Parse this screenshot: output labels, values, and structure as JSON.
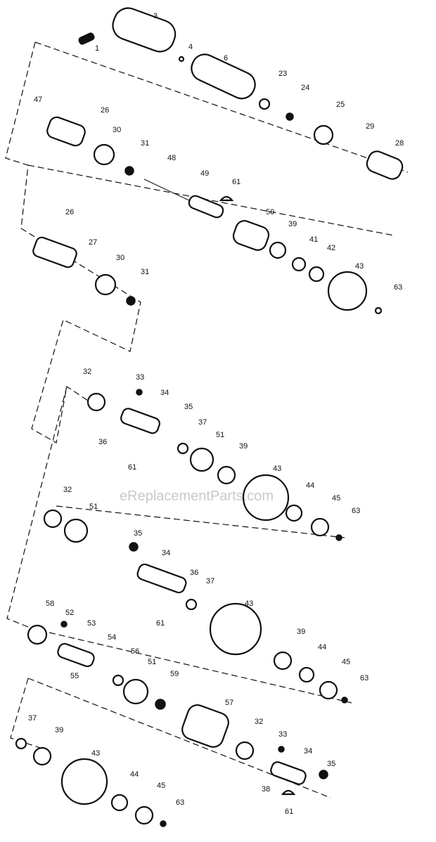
{
  "watermark": "eReplacementParts.com",
  "labels": [
    "1",
    "3",
    "4",
    "6",
    "23",
    "24",
    "25",
    "29",
    "28",
    "47",
    "26",
    "30",
    "31",
    "48",
    "49",
    "61",
    "50",
    "39",
    "41",
    "42",
    "43",
    "63",
    "26",
    "27",
    "30",
    "31",
    "32",
    "33",
    "34",
    "35",
    "37",
    "36",
    "61",
    "51",
    "39",
    "43",
    "44",
    "45",
    "63",
    "32",
    "51",
    "35",
    "34",
    "36",
    "37",
    "43",
    "61",
    "58",
    "52",
    "53",
    "54",
    "56",
    "55",
    "51",
    "59",
    "39",
    "44",
    "45",
    "63",
    "57",
    "32",
    "33",
    "34",
    "35",
    "37",
    "39",
    "43",
    "44",
    "45",
    "63",
    "38",
    "61"
  ]
}
